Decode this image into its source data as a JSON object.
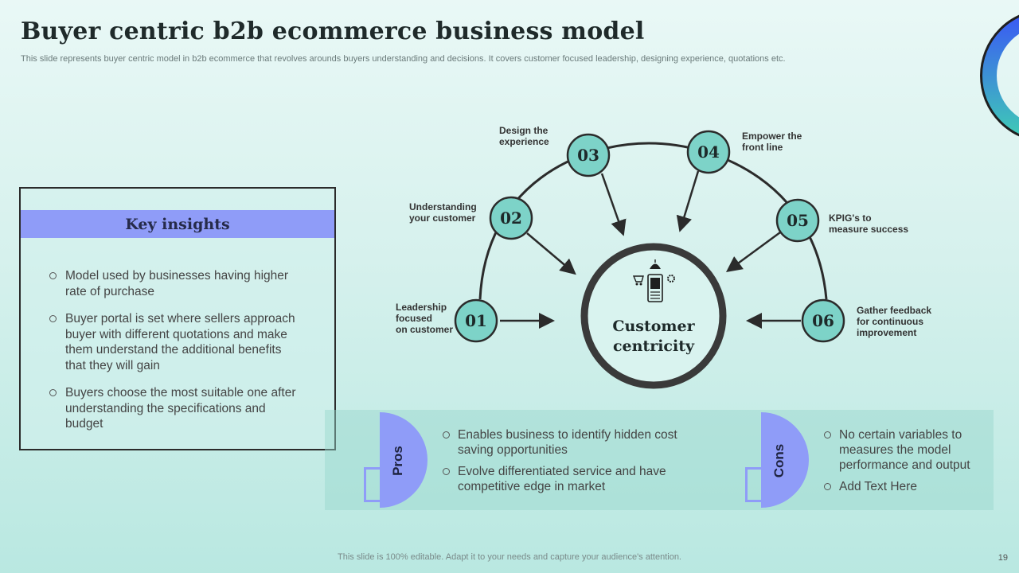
{
  "title": "Buyer centric b2b ecommerce business model",
  "subtitle": "This slide represents buyer centric model in b2b ecommerce that revolves arounds buyers understanding and decisions. It covers customer focused leadership, designing experience, quotations etc.",
  "insights": {
    "heading": "Key insights",
    "items": [
      "Model used by businesses having higher rate of purchase",
      "Buyer portal is set where sellers approach buyer with different quotations and make them understand the additional benefits that they will gain",
      "Buyers choose the most suitable one after understanding the specifications and budget"
    ]
  },
  "diagram": {
    "center": {
      "line1": "Customer",
      "line2": "centricity",
      "icon": "customer-kiosk-icon"
    },
    "nodes": [
      {
        "num": "01",
        "label": [
          "Leadership",
          "focused",
          "on customer"
        ]
      },
      {
        "num": "02",
        "label": [
          "Understanding",
          "your customer"
        ]
      },
      {
        "num": "03",
        "label": [
          "Design the",
          "experience"
        ]
      },
      {
        "num": "04",
        "label": [
          "Empower the",
          "front line"
        ]
      },
      {
        "num": "05",
        "label": [
          "KPIG's  to",
          "measure success"
        ]
      },
      {
        "num": "06",
        "label": [
          "Gather feedback",
          "for continuous",
          "improvement"
        ]
      }
    ]
  },
  "pros": {
    "label": "Pros",
    "items": [
      "Enables business to identify hidden cost saving opportunities",
      "Evolve differentiated service and have competitive edge in market"
    ]
  },
  "cons": {
    "label": "Cons",
    "items": [
      "No certain variables to measures the model performance and output",
      "Add Text Here"
    ]
  },
  "footer": "This slide is 100% editable. Adapt it to your needs and capture your audience's attention.",
  "page_number": "19",
  "colors": {
    "accent": "#8f9cf8",
    "node_fill": "#7dd3c8",
    "dark": "#2b2b2b"
  }
}
